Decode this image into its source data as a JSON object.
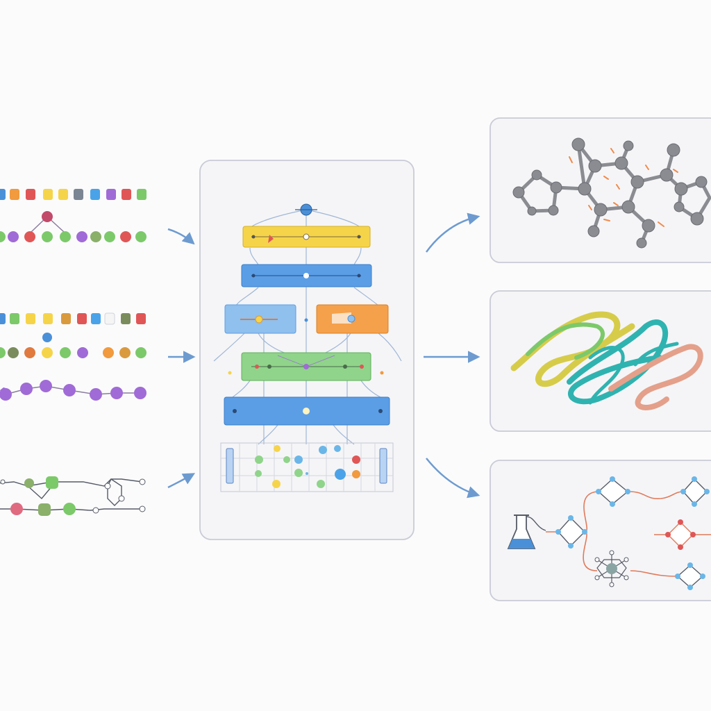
{
  "diagram": {
    "input_rows": [
      {
        "id": "top-sequences"
      },
      {
        "id": "middle-sequences"
      },
      {
        "id": "bottom-graphs"
      }
    ],
    "model_stack_layers": [
      {
        "id": "layer-yellow",
        "color": "#f6d44a"
      },
      {
        "id": "layer-blue",
        "color": "#5b9ee6"
      },
      {
        "id": "layer-light-blue",
        "color": "#8fc0ee"
      },
      {
        "id": "layer-orange",
        "color": "#f5a04a"
      },
      {
        "id": "layer-green",
        "color": "#8fd48a"
      },
      {
        "id": "layer-blue-wide",
        "color": "#5b9ee6"
      }
    ],
    "outputs": [
      {
        "id": "molecule-structure"
      },
      {
        "id": "protein-fold"
      },
      {
        "id": "reaction-pathway"
      }
    ],
    "colors": {
      "arrow": "#6d9bd0",
      "panel_border": "#c9cbd6",
      "panel_fill": "#f5f5f7",
      "atom": "#8a8c92",
      "reaction_line": "#e07a5a"
    },
    "icons": [
      "flask-icon",
      "molecule-icon"
    ]
  }
}
